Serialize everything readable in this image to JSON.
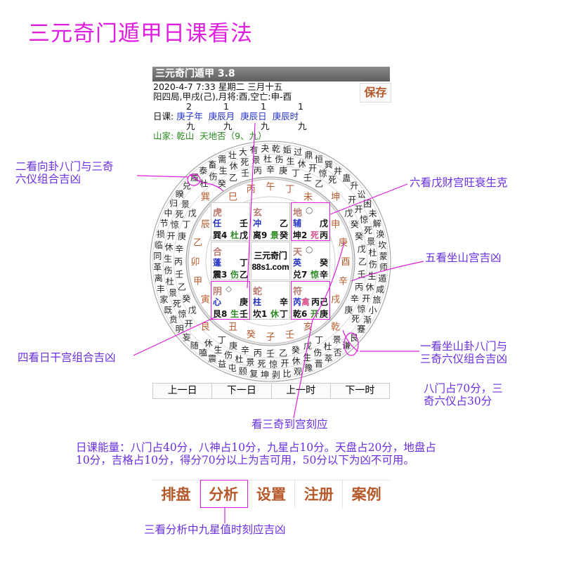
{
  "page_title": "三元奇门遁甲日课看法",
  "app": {
    "name": "三元奇门遁甲 3.8",
    "save": "保存",
    "line1": "2020-4-7 7:33 星期二 三月十五",
    "line2": "阳四局,甲戌(己),月将:酉,空亡:申-酉",
    "nums_top": [
      "2",
      "1",
      "1",
      "1"
    ],
    "rike_label": "日课:",
    "rike": [
      "庚子年",
      "庚辰月",
      "庚辰日",
      "庚辰时"
    ],
    "nums_bottom": [
      "九",
      "九",
      "九",
      "九"
    ],
    "shanjia_label": "山家:",
    "shanjia_mountain": "乾山",
    "shanjia_gua": "天地否（9、九）"
  },
  "mountains": [
    "巳",
    "丙",
    "午",
    "丁",
    "未",
    "坤",
    "申",
    "庚",
    "酉",
    "辛",
    "戌",
    "乾",
    "亥",
    "壬",
    "子",
    "癸",
    "丑",
    "艮",
    "寅",
    "甲",
    "卯",
    "乙",
    "辰",
    "巽"
  ],
  "ring_hexagrams": "乾姤过鼎恒巽井蛊升讼困未解涣坎蒙师遁咸旅小渐蹇艮谦否萃晋豫观比剥坤复颐屯益震嗑随妄明贲既家丰离革同临损节中归睽兑履泰畜需壮大有夬",
  "ring_gates": "开开惊死景杜伤生休开惊死景杜伤生休开惊死景杜伤生休开惊死景杜伤生休开惊死景杜伤生休死景杜伤生休开惊死",
  "ring_stems": "戊癸癸戊乙壬丙辛庚丁戊癸乙壬丙辛庚丁戊癸乙壬丙辛庚丁戊癸乙壬丙辛庚丁壬乙",
  "grid": [
    {
      "deity": "虎",
      "star": "任",
      "stem_t": "壬",
      "palace": "巽4",
      "gate": "杜",
      "stem_b": "戊"
    },
    {
      "deity": "玄",
      "star": "冲",
      "stem_t": "乙",
      "palace": "离9",
      "gate": "景",
      "stem_b": "癸"
    },
    {
      "deity": "地",
      "mark": "○",
      "star": "辅",
      "stem_t": "戊",
      "palace": "坤2",
      "gate": "死",
      "stem_b": "丙"
    },
    {
      "deity": "合",
      "star": "蓬",
      "stem_t": "丁",
      "palace": "震3",
      "gate": "伤",
      "stem_b": "乙"
    },
    {
      "center1": "三元奇门",
      "center2": "88s1.com"
    },
    {
      "deity": "天",
      "mark": "○",
      "star": "英",
      "stem_t": "癸",
      "palace": "兑7",
      "gate": "惊",
      "stem_b": "辛"
    },
    {
      "deity": "阴",
      "mark": "◇",
      "star": "心",
      "stem_t": "庚",
      "palace": "艮8",
      "gate": "生",
      "stem_b": "壬"
    },
    {
      "deity": "蛇",
      "star": "柱",
      "stem_t": "辛",
      "palace": "坎1",
      "gate": "休",
      "stem_b": "丁"
    },
    {
      "deity": "符",
      "star": "芮",
      "star2": "禽",
      "stem_t": "丙己",
      "palace": "乾6",
      "gate": "开",
      "stem_b": "庚"
    }
  ],
  "nav": [
    "上一日",
    "下一日",
    "上一时",
    "下一时"
  ],
  "tabs": [
    "排盘",
    "分析",
    "设置",
    "注册",
    "案例"
  ],
  "annotations": {
    "a2": "二看向卦八门与三奇\n六仪组合吉凶",
    "a6": "六看戊财宫旺衰生克",
    "a5": "五看坐山宫吉凶",
    "a1": "一看坐山卦八门与\n三奇六仪组合吉凶",
    "score": "八门占70分，三\n奇六仪占30分",
    "a4": "四看日干宫组合吉凶",
    "qi": "看三奇到宫刻应",
    "energy": "日课能量：八门占40分，八神占10分，九星占10分。天盘占20分，地盘占\n10分，吉格占10分，得分70分以上为吉可用，50分以下为凶不可用。",
    "a3": "三看分析中九星值时刻应吉凶"
  },
  "colors": {
    "annotation": "#6a2fe0",
    "highlight": "#e01ee0",
    "brand": "#b5582a"
  }
}
